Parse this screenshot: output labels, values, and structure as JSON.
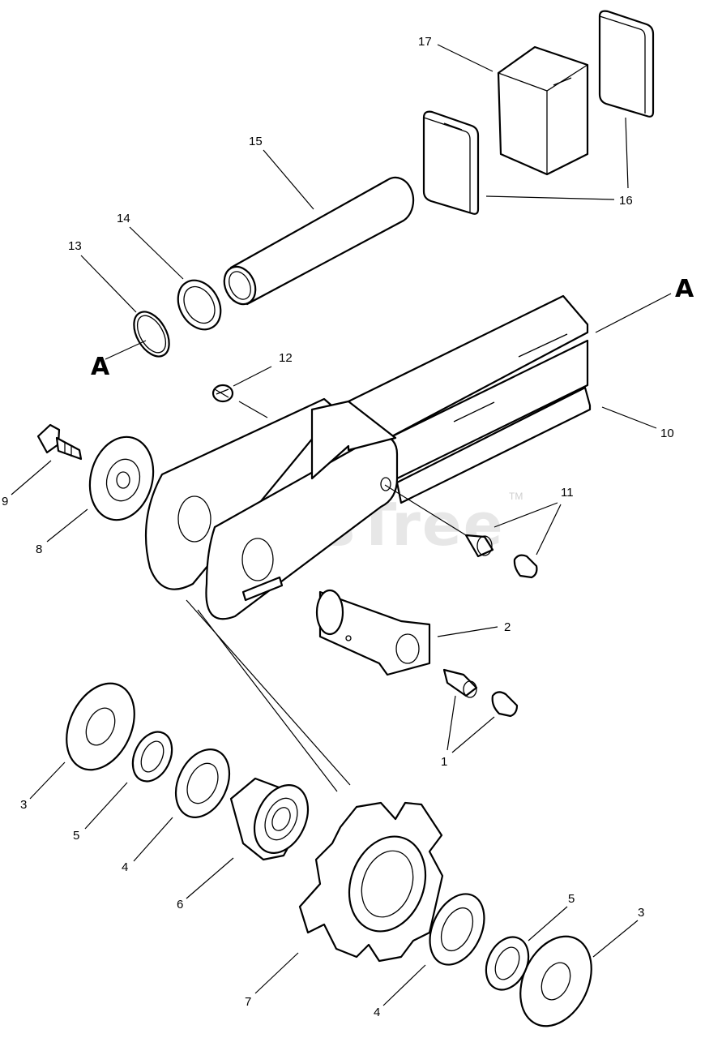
{
  "diagram": {
    "watermark": "PartsTree",
    "watermark_tm": "TM",
    "section_refs": [
      "A",
      "A"
    ],
    "callouts": [
      {
        "id": "c17",
        "label": "17"
      },
      {
        "id": "c16",
        "label": "16"
      },
      {
        "id": "c15",
        "label": "15"
      },
      {
        "id": "c14",
        "label": "14"
      },
      {
        "id": "c13",
        "label": "13"
      },
      {
        "id": "c12",
        "label": "12"
      },
      {
        "id": "c10",
        "label": "10"
      },
      {
        "id": "c11",
        "label": "11"
      },
      {
        "id": "c9",
        "label": "9"
      },
      {
        "id": "c8",
        "label": "8"
      },
      {
        "id": "c2",
        "label": "2"
      },
      {
        "id": "c1",
        "label": "1"
      },
      {
        "id": "c3a",
        "label": "3"
      },
      {
        "id": "c5a",
        "label": "5"
      },
      {
        "id": "c4a",
        "label": "4"
      },
      {
        "id": "c6",
        "label": "6"
      },
      {
        "id": "c7",
        "label": "7"
      },
      {
        "id": "c4b",
        "label": "4"
      },
      {
        "id": "c5b",
        "label": "5"
      },
      {
        "id": "c3b",
        "label": "3"
      }
    ]
  }
}
